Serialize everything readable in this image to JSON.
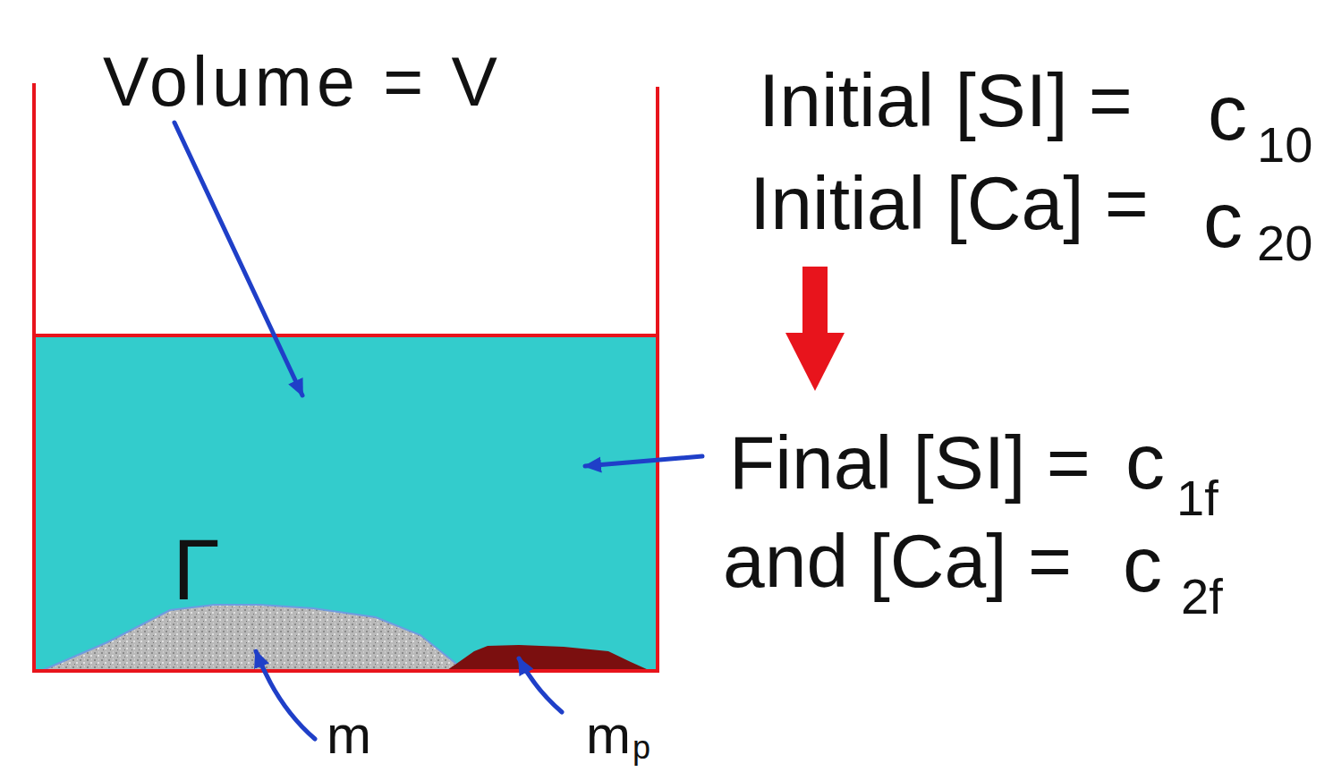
{
  "diagram": {
    "labels": [
      "Volume = V",
      "Initial [SI] =",
      "c",
      "10",
      "Initial [Ca] =",
      "c",
      "20",
      "Final [SI] =",
      "c",
      "1f",
      "and [Ca] =",
      "c",
      "2f",
      "Γ",
      "m",
      "m",
      "p"
    ]
  }
}
